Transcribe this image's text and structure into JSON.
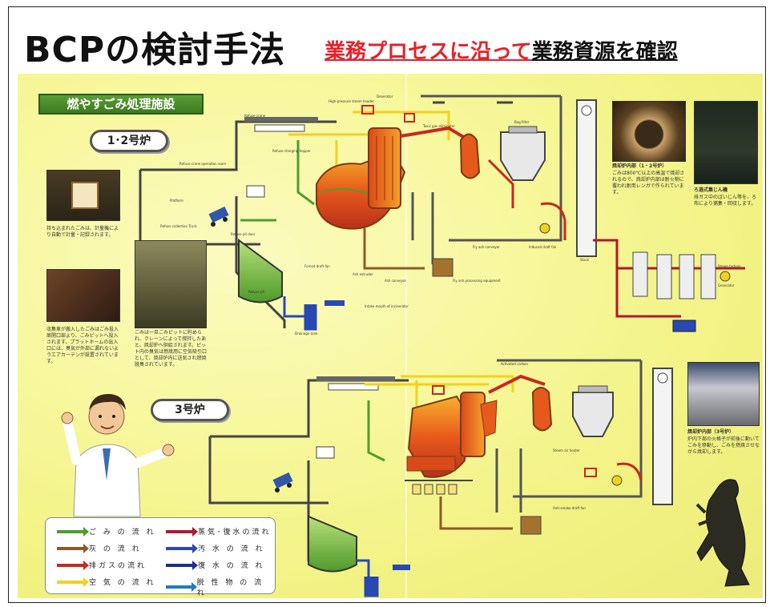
{
  "header": {
    "title": "BCPの検討手法",
    "subtitle_red": "業務プロセスに沿って",
    "subtitle_black": "業務資源を確認"
  },
  "board": {
    "facility_label": "燃やすごみ処理施設",
    "unit_top": "1･2号炉",
    "unit_bottom": "3号炉"
  },
  "photos": {
    "left_caption_1": "持ち込まれたごみは、計量機により自動で計量・記録されます。",
    "left_caption_2": "収集車が搬入したごみはごみ投入扉開口部より、ごみピットへ投入されます。プラットホームの出入口には、臭気が外部に漏れないようエアカーテンが設置されています。",
    "mid_caption": "ごみは一旦ごみピットに貯められ、クレーンによって撹拌したあと、焼却炉へ供給されます。ピット内の臭気は燃焼用に空気吸引口として、焼却炉内に送気され燃焼脱臭されています。",
    "right_caption_1": "焼却炉内部（1・2号炉）",
    "right_caption_1_text": "ごみは800℃以上の高温で焼却されるので、焼却炉内部は耐火物に覆われ耐用レンガで作られています。",
    "right_caption_2": "ろ過式集じん機",
    "right_caption_2_text": "排ガス中のばいじん等を、ろ布により捕集・回収します。",
    "right_caption_3": "焼却炉内部（3号炉）",
    "right_caption_3_text": "炉内下部の火格子が前後に動いてごみを移動し、ごみを燃焼させながら焼却します。"
  },
  "diagram_labels": {
    "high_pressure": "High-pressure steam header",
    "deaerator": "Deaerator",
    "refuse_crane": "Refuse crane",
    "crane_op": "Refuse crane operation room",
    "charging": "Refuse charging hopper",
    "platform": "Platform",
    "collection": "Refuse collection Truck",
    "pit_door": "Refuse pit door",
    "refuse_pit": "Refuse pit",
    "toxic_gas": "Toxic gas eliminator",
    "bag_filter": "Bag filter",
    "stack": "Stack",
    "induced": "Induced draft fan",
    "fly_ash": "Fly ash conveyor",
    "ash_extruder": "Ash extruder",
    "ash_conveyor": "Ash conveyor",
    "drainage": "Drainage tank",
    "steam_turbine": "Steam turbine",
    "generator": "Generator",
    "ash_proc": "Fly ash processing equipment",
    "forced": "Forced draft fan",
    "activated_carbon": "Activated carbon",
    "mouth": "Intake mouth of incinerator",
    "anti_smoke": "Anti-smoke draft fan",
    "air_heater": "Steam air heater"
  },
  "legend": {
    "items": [
      {
        "label": "ご み の 流 れ",
        "color": "#4e9e2c"
      },
      {
        "label": "灰 の 流 れ",
        "color": "#8b5a2b"
      },
      {
        "label": "排ガスの流れ",
        "color": "#c8281e"
      },
      {
        "label": "空 気 の 流 れ",
        "color": "#f0d21e"
      },
      {
        "label": "蒸気･復水の流れ",
        "color": "#b0192d"
      },
      {
        "label": "汚 水 の 流 れ",
        "color": "#2848b4"
      },
      {
        "label": "復 水 の 流 れ",
        "color": "#1c2f8a"
      },
      {
        "label": "脱 性 物 の 流 れ",
        "color": "#1e7dbe"
      }
    ]
  },
  "colors": {
    "accent_red": "#e8202a",
    "board_yellow": "#f4f48a",
    "pipe_gray": "#5a5a5a"
  }
}
